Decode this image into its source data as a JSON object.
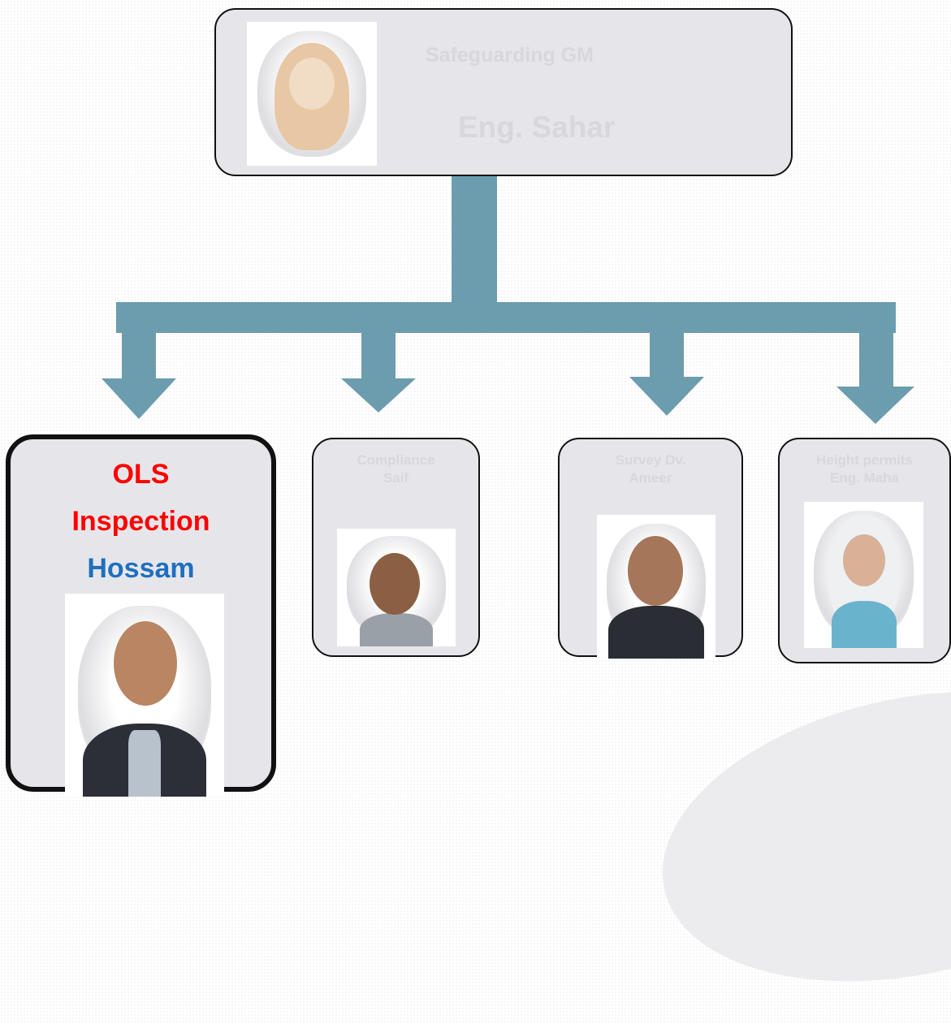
{
  "colors": {
    "arrow": "#6b9daf",
    "box_fill": "#e6e6ea",
    "faded_text": "#d7d7dc",
    "highlight_red": "#ff0000",
    "highlight_blue": "#1f6fbf"
  },
  "top": {
    "role": "Safeguarding GM",
    "name": "Eng. Sahar"
  },
  "children": [
    {
      "line1": "OLS",
      "line2": "Inspection",
      "line3": "Hossam"
    },
    {
      "line1": "Compliance",
      "line2": "Saif"
    },
    {
      "line1": "Survey Dv.",
      "line2": "Ameer"
    },
    {
      "line1": "Height permits",
      "line2": "Eng. Maha"
    }
  ]
}
